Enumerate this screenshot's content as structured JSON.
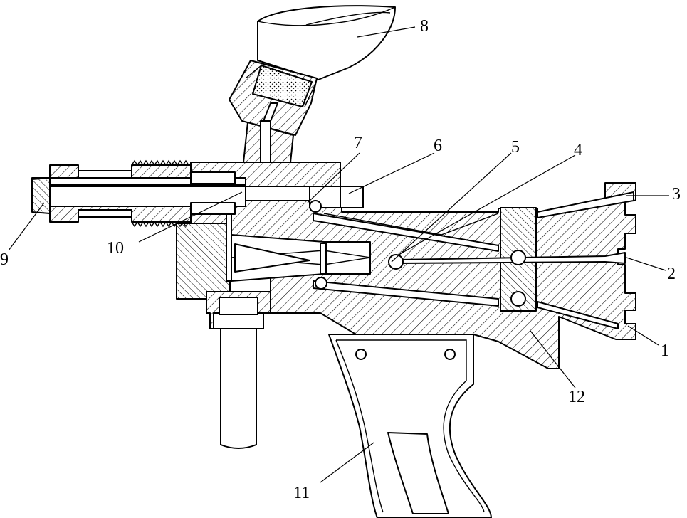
{
  "figure": {
    "labels": [
      {
        "id": "1",
        "text": "1"
      },
      {
        "id": "2",
        "text": "2"
      },
      {
        "id": "3",
        "text": "3"
      },
      {
        "id": "4",
        "text": "4"
      },
      {
        "id": "5",
        "text": "5"
      },
      {
        "id": "6",
        "text": "6"
      },
      {
        "id": "7",
        "text": "7"
      },
      {
        "id": "8",
        "text": "8"
      },
      {
        "id": "9",
        "text": "9"
      },
      {
        "id": "10",
        "text": "10"
      },
      {
        "id": "11",
        "text": "11"
      },
      {
        "id": "12",
        "text": "12"
      }
    ]
  }
}
